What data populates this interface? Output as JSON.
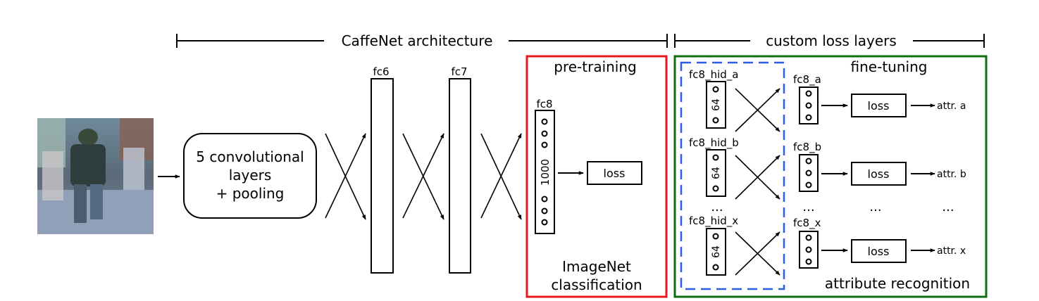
{
  "header": {
    "caffenet_label": "CaffeNet architecture",
    "custom_label": "custom loss layers"
  },
  "conv": {
    "line1": "5 convolutional",
    "line2": "layers",
    "line3": "+ pooling"
  },
  "fc6": {
    "label": "fc6"
  },
  "fc7": {
    "label": "fc7"
  },
  "pretraining": {
    "title": "pre-training",
    "fc8_label": "fc8",
    "fc8_size": "1000",
    "loss_label": "loss",
    "caption_line1": "ImageNet",
    "caption_line2": "classification",
    "frame_color": "#e8191f"
  },
  "finetuning": {
    "title": "fine-tuning",
    "caption": "attribute recognition",
    "frame_color": "#0f6e11",
    "hidden_frame_color": "#2b5fe0",
    "branches": [
      {
        "hid_label": "fc8_hid_a",
        "hid_size": "64",
        "fc8_label": "fc8_a",
        "loss_label": "loss",
        "attr_label": "attr. a"
      },
      {
        "hid_label": "fc8_hid_b",
        "hid_size": "64",
        "fc8_label": "fc8_b",
        "loss_label": "loss",
        "attr_label": "attr. b"
      },
      {
        "hid_label": "fc8_hid_x",
        "hid_size": "64",
        "fc8_label": "fc8_x",
        "loss_label": "loss",
        "attr_label": "attr. x"
      }
    ],
    "ellipsis": "..."
  }
}
